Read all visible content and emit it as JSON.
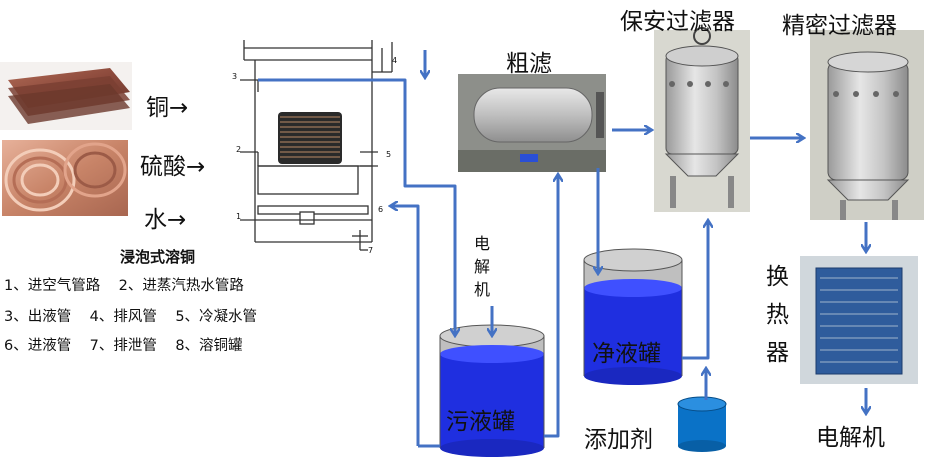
{
  "inputs": {
    "copper": "铜→",
    "sulfuric_acid": "硫酸→",
    "water": "水→"
  },
  "legend": {
    "title": "浸泡式溶铜",
    "rows": [
      "1、进空气管路    2、进蒸汽热水管路",
      "3、出液管    4、排风管    5、冷凝水管",
      "6、进液管    7、排泄管    8、溶铜罐"
    ]
  },
  "dissolver_numbers": [
    "1",
    "2",
    "3",
    "4",
    "5",
    "6",
    "7"
  ],
  "labels": {
    "coarse_filter": "粗滤",
    "safety_filter": "保安过滤器",
    "precision_filter": "精密过滤器",
    "electrolyzer_vertical": "电解机",
    "clean_tank": "净液罐",
    "dirty_tank": "污液罐",
    "additive": "添加剂",
    "heat_exchanger": "换热器",
    "electrolyzer_out": "电解机"
  },
  "colors": {
    "flow_arrow": "#4472C4",
    "tank_blue": "#1f2fe0",
    "additive_blue": "#0a72c7"
  }
}
